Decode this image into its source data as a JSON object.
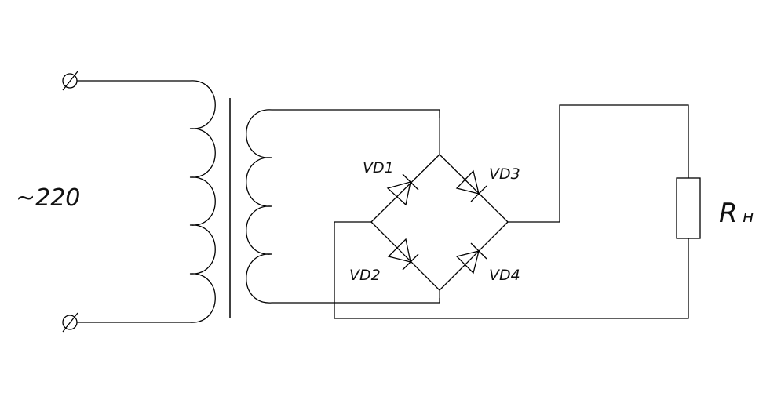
{
  "diagram": {
    "type": "circuit-schematic",
    "title": "Full-wave bridge rectifier with transformer",
    "supply_label": "~220",
    "components": {
      "transformer": {
        "primary_turns_drawn": 5,
        "secondary_turns_drawn": 4
      },
      "diodes": [
        {
          "id": "VD1",
          "label": "VD1",
          "branch": "left-top"
        },
        {
          "id": "VD2",
          "label": "VD2",
          "branch": "left-bottom"
        },
        {
          "id": "VD3",
          "label": "VD3",
          "branch": "right-top"
        },
        {
          "id": "VD4",
          "label": "VD4",
          "branch": "right-bottom"
        }
      ],
      "load": {
        "label_main": "R",
        "label_sub": "н"
      }
    },
    "terminals": [
      {
        "id": "input-top",
        "icon": "terminal-slashed-circle"
      },
      {
        "id": "input-bottom",
        "icon": "terminal-slashed-circle"
      }
    ]
  }
}
